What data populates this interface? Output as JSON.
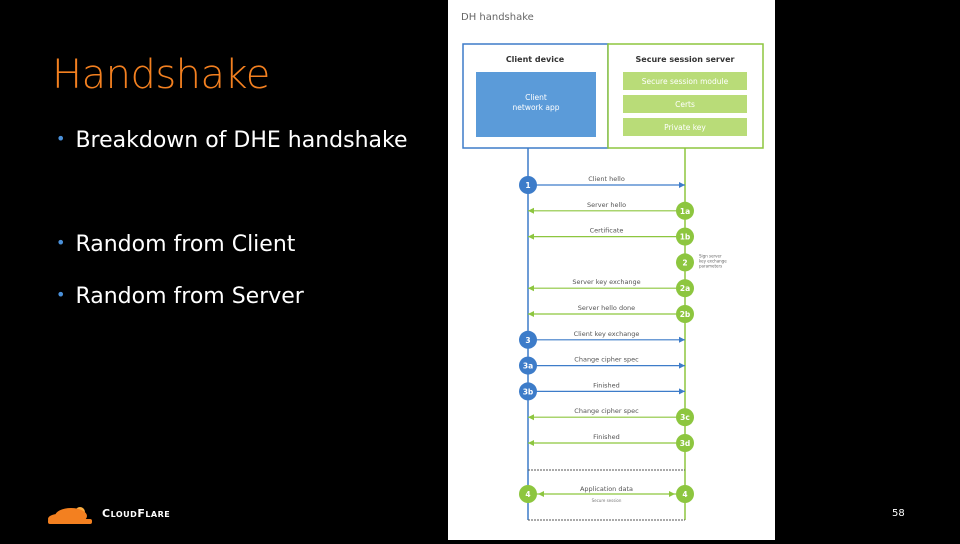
{
  "slide": {
    "title": "Handshake",
    "bullets": [
      "Breakdown of DHE handshake",
      "Random from Client",
      "Random from Server"
    ],
    "page_number": "58",
    "logo_text": "CloudFlare"
  },
  "diagram": {
    "title": "DH handshake",
    "client_box": {
      "title": "Client device",
      "app_line1": "Client",
      "app_line2": "network app"
    },
    "server_box": {
      "title": "Secure session server",
      "modules": [
        "Secure session module",
        "Certs",
        "Private key"
      ]
    },
    "colors": {
      "client": "#3d7cc9",
      "client_fill": "#5b9bd9",
      "server": "#8dc63f",
      "server_fill": "#b9dc78"
    },
    "messages": [
      {
        "step": "1",
        "label": "Client hello",
        "dir": "right"
      },
      {
        "step": "1a",
        "label": "Server hello",
        "dir": "left"
      },
      {
        "step": "1b",
        "label": "Certificate",
        "dir": "left"
      },
      {
        "step": "2",
        "label": "",
        "dir": "note",
        "note": [
          "Sign server",
          "key exchange",
          "parameters"
        ]
      },
      {
        "step": "2a",
        "label": "Server key exchange",
        "dir": "left"
      },
      {
        "step": "2b",
        "label": "Server hello done",
        "dir": "left"
      },
      {
        "step": "3",
        "label": "Client key exchange",
        "dir": "right"
      },
      {
        "step": "3a",
        "label": "Change cipher spec",
        "dir": "right"
      },
      {
        "step": "3b",
        "label": "Finished",
        "dir": "right"
      },
      {
        "step": "3c",
        "label": "Change cipher spec",
        "dir": "left"
      },
      {
        "step": "3d",
        "label": "Finished",
        "dir": "left"
      }
    ],
    "app_data": {
      "step": "4",
      "label": "Application data",
      "sublabel": "Secure session"
    }
  }
}
